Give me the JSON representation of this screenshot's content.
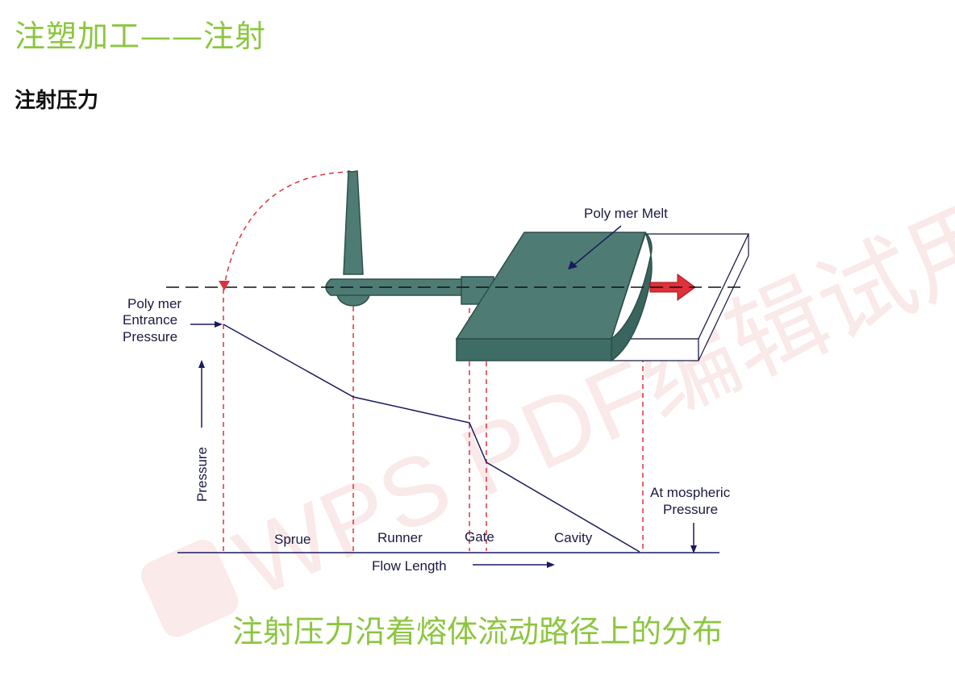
{
  "header": {
    "title": "注塑加工——注射",
    "section": "注射压力"
  },
  "diagram": {
    "polymer_melt_label": "Poly mer Melt",
    "entrance_label": [
      "Poly mer",
      "Entrance",
      "Pressure"
    ],
    "pressure_axis_label": "Pressure",
    "atmospheric_label": [
      "At mospheric",
      "Pressure"
    ],
    "regions": [
      "Sprue",
      "Runner",
      "Gate",
      "Cavity"
    ],
    "flow_length_label": "Flow Length",
    "colors": {
      "part": "#4e7c74",
      "part_edge": "#2d4f4a",
      "guide": "#e0303a",
      "line": "#1a1a5e",
      "arrow": "#e0303a"
    }
  },
  "watermark": {
    "text": "WPS PDF编辑试用"
  },
  "caption": "注射压力沿着熔体流动路径上的分布"
}
